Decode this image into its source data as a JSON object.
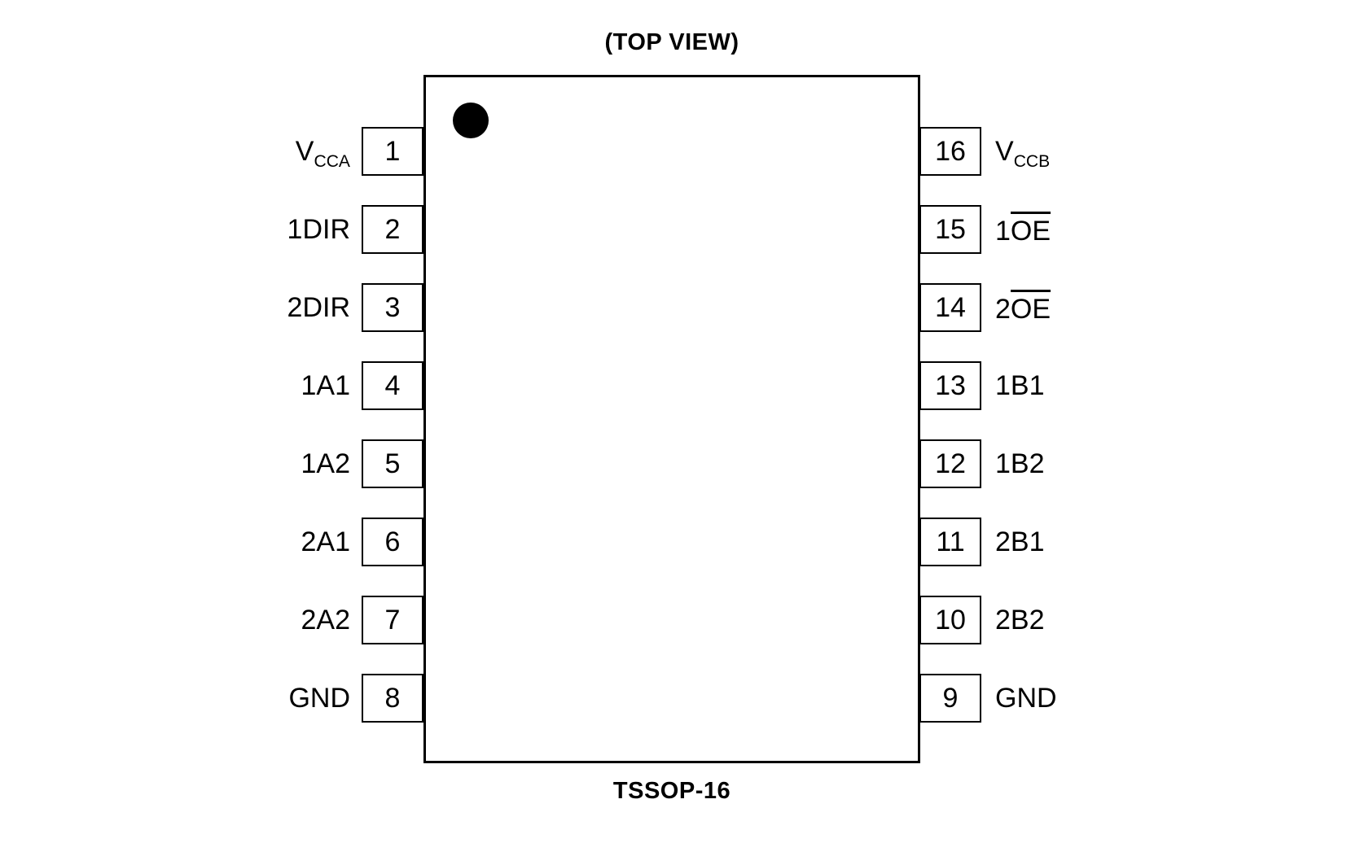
{
  "title": "(TOP VIEW)",
  "package": "TSSOP-16",
  "pin1_indicator": "black-dot",
  "colors": {
    "ink": "#000000",
    "background": "#ffffff"
  },
  "pins": {
    "left": [
      {
        "number": "1",
        "label_main": "V",
        "label_sub": "CCA",
        "label_over": ""
      },
      {
        "number": "2",
        "label_main": "1DIR",
        "label_sub": "",
        "label_over": ""
      },
      {
        "number": "3",
        "label_main": "2DIR",
        "label_sub": "",
        "label_over": ""
      },
      {
        "number": "4",
        "label_main": "1A1",
        "label_sub": "",
        "label_over": ""
      },
      {
        "number": "5",
        "label_main": "1A2",
        "label_sub": "",
        "label_over": ""
      },
      {
        "number": "6",
        "label_main": "2A1",
        "label_sub": "",
        "label_over": ""
      },
      {
        "number": "7",
        "label_main": "2A2",
        "label_sub": "",
        "label_over": ""
      },
      {
        "number": "8",
        "label_main": "GND",
        "label_sub": "",
        "label_over": ""
      }
    ],
    "right": [
      {
        "number": "16",
        "label_main": "V",
        "label_sub": "CCB",
        "label_over": ""
      },
      {
        "number": "15",
        "label_main": "1",
        "label_sub": "",
        "label_over": "OE"
      },
      {
        "number": "14",
        "label_main": "2",
        "label_sub": "",
        "label_over": "OE"
      },
      {
        "number": "13",
        "label_main": "1B1",
        "label_sub": "",
        "label_over": ""
      },
      {
        "number": "12",
        "label_main": "1B2",
        "label_sub": "",
        "label_over": ""
      },
      {
        "number": "11",
        "label_main": "2B1",
        "label_sub": "",
        "label_over": ""
      },
      {
        "number": "10",
        "label_main": "2B2",
        "label_sub": "",
        "label_over": ""
      },
      {
        "number": "9",
        "label_main": "GND",
        "label_sub": "",
        "label_over": ""
      }
    ]
  }
}
